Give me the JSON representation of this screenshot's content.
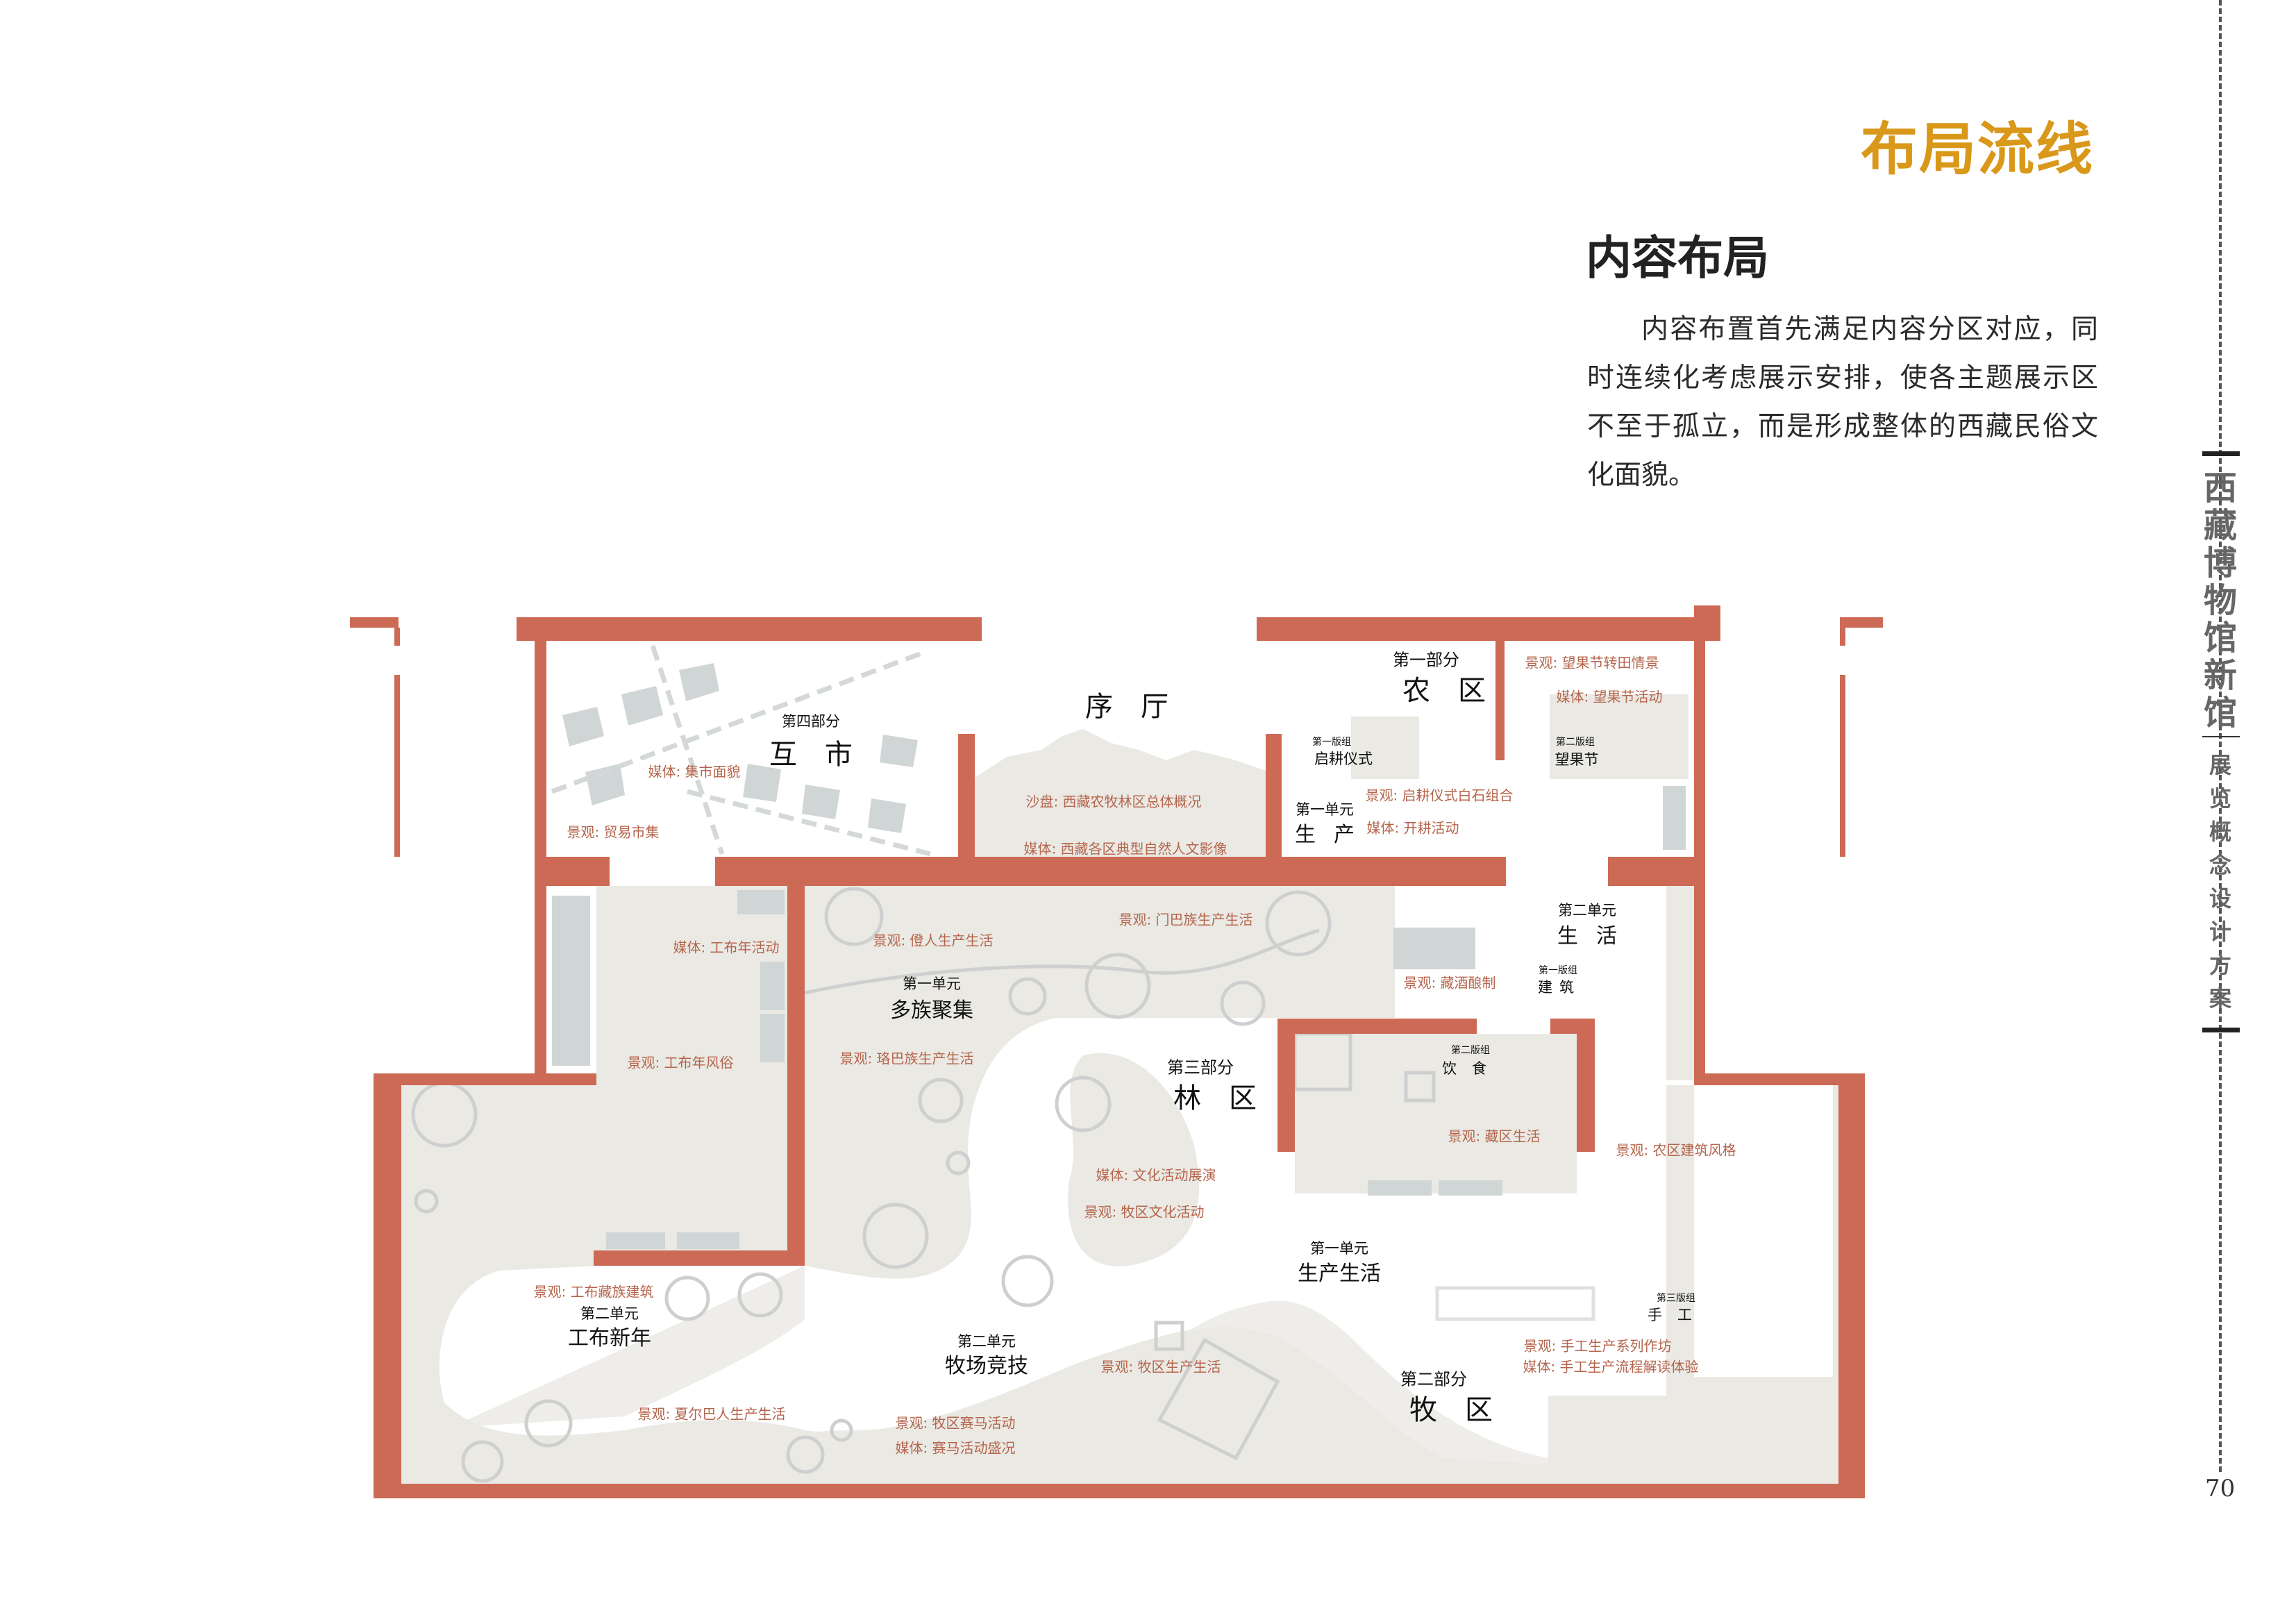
{
  "header": {
    "title": "布局流线",
    "subtitle": "内容布局",
    "paragraph": "内容布置首先满足内容分区对应，同时连续化考虑展示安排，使各主题展示区不至于孤立，而是形成整体的西藏民俗文化面貌。"
  },
  "side": {
    "title": "西藏博物馆新馆",
    "subtitle": "展览概念设计方案",
    "page_number": "70"
  },
  "colors": {
    "title": "#D9981A",
    "wall": "#CD6A56",
    "label": "#B5654C",
    "floor": "#EAE9E4"
  },
  "plan": {
    "part4": {
      "part": "第四部分",
      "name": "互市",
      "media": "媒体:  集市面貌",
      "scene": "景观:  贸易市集"
    },
    "lobby": {
      "name": "序厅",
      "sandtable": "沙盘:  西藏农牧林区总体概况",
      "media": "媒体:  西藏各区典型自然人文影像"
    },
    "part1": {
      "part": "第一部分",
      "name": "农区",
      "unit1": {
        "unit": "第一单元",
        "name": "生产",
        "group1": "第一版组",
        "group1_name": "启耕仪式",
        "scene": "景观:  启耕仪式白石组合",
        "media": "媒体:  开耕活动",
        "group2": "第二版组",
        "group2_name": "望果节",
        "scene2": "景观:  望果节转田情景",
        "media2": "媒体:  望果节活动"
      },
      "unit2": {
        "unit": "第二单元",
        "name": "生活",
        "group1": "第一版组",
        "group1_name": "建筑",
        "scene_wine": "景观:  藏酒酿制",
        "group2": "第二版组",
        "group2_name": "饮食",
        "scene_life": "景观:  藏区生活",
        "scene_arch": "景观:  农区建筑风格"
      }
    },
    "part3": {
      "part": "第三部分",
      "name": "林区",
      "unit1": {
        "unit": "第一单元",
        "name": "多族聚集",
        "scene_menba": "景观:  门巴族生产生活",
        "scene_deng": "景观:  僜人生产生活",
        "scene_luoba": "景观:  珞巴族生产生活",
        "media_culture": "媒体:  文化活动展演",
        "scene_pastoral": "景观:  牧区文化活动"
      },
      "unit2": {
        "unit": "第二单元",
        "name": "工布新年",
        "media": "媒体:  工布年活动",
        "scene_custom": "景观:  工布年风俗",
        "scene_arch": "景观:  工布藏族建筑",
        "scene_sherpa": "景观:  夏尔巴人生产生活"
      }
    },
    "part2": {
      "part": "第二部分",
      "name": "牧区",
      "unit1": {
        "unit": "第一单元",
        "name": "生产生活",
        "group3": "第三版组",
        "group3_name": "手工",
        "scene_craft": "景观:  手工生产系列作坊",
        "media_craft": "媒体:  手工生产流程解读体验"
      },
      "unit2": {
        "unit": "第二单元",
        "name": "牧场竞技",
        "scene_prod": "景观:  牧区生产生活",
        "scene_race": "景观:  牧区赛马活动",
        "media_race": "媒体:  赛马活动盛况"
      }
    }
  }
}
